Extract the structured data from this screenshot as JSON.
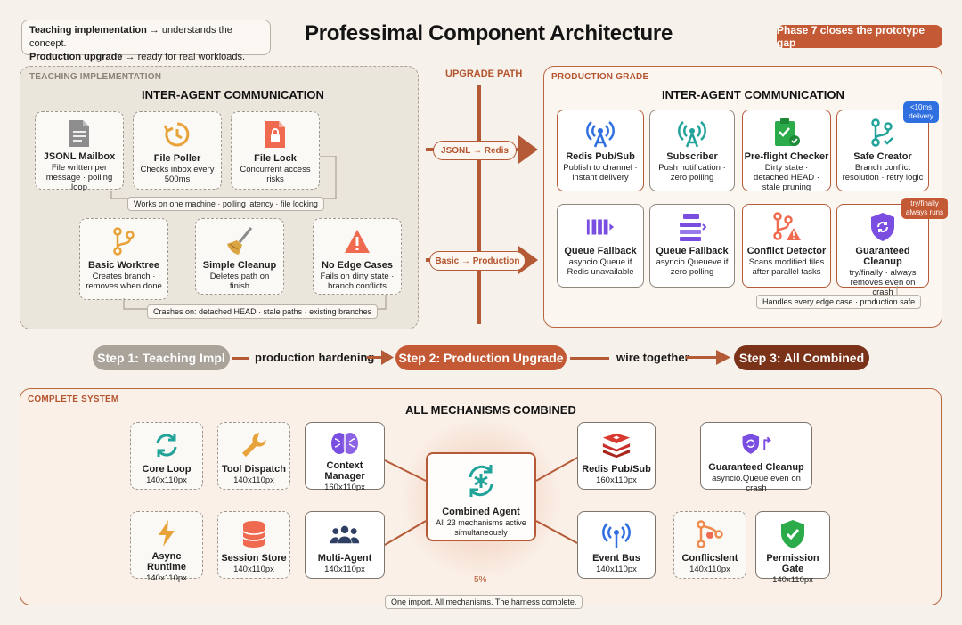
{
  "note": {
    "line1_bold": "Teaching implementation",
    "line1_rest": " → understands the concept.",
    "line2_bold": "Production upgrade",
    "line2_rest": " → ready for real workloads."
  },
  "title": "Professimal Component Architecture",
  "phase_badge": "Phase 7 closes the prototype gap",
  "teaching": {
    "label": "TEACHING IMPLEMENTATION",
    "heading": "INTER-AGENT COMMUNICATION",
    "row1": [
      {
        "title": "JSONL Mailbox",
        "desc": "File written per message · polling loop",
        "icon": "document-icon"
      },
      {
        "title": "File Poller",
        "desc": "Checks inbox every 500ms",
        "icon": "clock-refresh-icon"
      },
      {
        "title": "File Lock",
        "desc": "Concurrent access risks",
        "icon": "file-lock-icon"
      }
    ],
    "row1_caption": "Works on one machine · polling latency · file locking",
    "row2": [
      {
        "title": "Basic Worktree",
        "desc": "Creates branch · removes when done",
        "icon": "git-branch-icon"
      },
      {
        "title": "Simple Cleanup",
        "desc": "Deletes path on finish",
        "icon": "broom-icon"
      },
      {
        "title": "No Edge Cases",
        "desc": "Fails on dirty state · branch conflicts",
        "icon": "warning-icon"
      }
    ],
    "row2_caption": "Crashes on: detached HEAD · stale paths · existing branches"
  },
  "upgrade": {
    "label": "UPGRADE PATH",
    "pill1": "JSONL → Redis",
    "pill2": "Basic → Production"
  },
  "production": {
    "label": "PRODUCTION GRADE",
    "heading": "INTER-AGENT COMMUNICATION",
    "row1": [
      {
        "title": "Redis Pub/Sub",
        "desc": "Publish to channel · instant delivery",
        "icon": "broadcast-tower-icon"
      },
      {
        "title": "Subscriber",
        "desc": "Push notification · zero polling",
        "icon": "antenna-icon"
      },
      {
        "title": "Pre-flight Checker",
        "desc": "Dirty state · detached HEAD · stale pruning",
        "icon": "clipboard-check-icon"
      },
      {
        "title": "Safe Creator",
        "desc": "Branch conflict resolution · retry logic",
        "icon": "branch-check-icon"
      }
    ],
    "row2": [
      {
        "title": "Queue Fallback",
        "desc": "asyncio.Queue if Redis unavailable",
        "icon": "queue-icon"
      },
      {
        "title": "Queue Fallback",
        "desc": "asyncio.Queueve if zero polling",
        "icon": "stack-queue-icon"
      },
      {
        "title": "Conflict Detector",
        "desc": "Scans modified files after parallel tasks",
        "icon": "branch-warning-icon"
      },
      {
        "title": "Guaranteed Cleanup",
        "desc": "try/finally · always removes even on crash",
        "icon": "shield-refresh-icon"
      }
    ],
    "tag_delivery": "<10ms delivery",
    "tag_always": "try/finally always runs",
    "caption": "Handles every edge case · production safe"
  },
  "steps": {
    "step1": "Step 1:  Teaching Impl",
    "link1": "production hardening",
    "step2": "Step 2:  Production Upgrade",
    "link2": "wire together",
    "step3": "Step 3:  All Combined"
  },
  "complete": {
    "label": "COMPLETE SYSTEM",
    "heading": "ALL MECHANISMS COMBINED",
    "left_top": [
      {
        "title": "Core Loop",
        "size": "140x110px",
        "icon": "loop-icon"
      },
      {
        "title": "Tool Dispatch",
        "size": "140x110px",
        "icon": "wrench-icon"
      },
      {
        "title": "Context Manager",
        "size": "160x110px",
        "icon": "brain-icon"
      }
    ],
    "left_bottom": [
      {
        "title": "Async Runtime",
        "size": "140x110px",
        "icon": "lightning-icon"
      },
      {
        "title": "Session Store",
        "size": "140x110px",
        "icon": "database-icon"
      },
      {
        "title": "Multi-Agent",
        "size": "140x110px",
        "icon": "users-icon"
      }
    ],
    "center": {
      "title": "Combined Agent",
      "desc": "All 23 mechanisms active simultaneously",
      "icon": "asterisk-cycle-icon"
    },
    "right_top": [
      {
        "title": "Redis Pub/Sub",
        "size": "160x110px",
        "icon": "redis-icon"
      },
      {
        "title": "Guaranteed Cleanup",
        "size": "asyncio.Queue even on crash",
        "icon": "shield-return-icon"
      }
    ],
    "right_bottom": [
      {
        "title": "Event Bus",
        "size": "140x110px",
        "icon": "broadcast-icon"
      },
      {
        "title": "Conflicslent",
        "size": "140x110px",
        "icon": "conflict-branch-icon"
      },
      {
        "title": "Permission Gate",
        "size": "140x110px",
        "icon": "shield-check-icon"
      }
    ],
    "percent": "5%",
    "caption": "One import. All mechanisms. The harness complete."
  },
  "colors": {
    "accent": "#b45a37",
    "step1": "#a9a39a",
    "step2": "#c45a35",
    "step3": "#7a3219",
    "blue_icon": "#2f6fe0",
    "teal_icon": "#22a39a",
    "green_icon": "#2bab4a"
  }
}
